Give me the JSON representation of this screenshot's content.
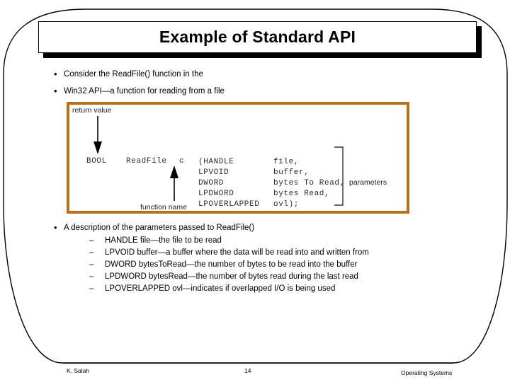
{
  "slide": {
    "title": "Example of Standard API",
    "bullet_char": "•",
    "dash_char": "–",
    "bullets": [
      {
        "text": "Consider the ReadFile() function in the"
      },
      {
        "text": "Win32 API—a function for reading from a file"
      },
      {
        "text": "A description of the parameters passed to ReadFile()"
      }
    ],
    "sub_bullets": [
      "HANDLE file—the file to be read",
      "LPVOID buffer—a buffer where the data will be read into and written from",
      "DWORD bytesToRead—the number of bytes to be read into the buffer",
      "LPDWORD bytesRead—the number of bytes read during the last read",
      "LPOVERLAPPED ovl—indicates if overlapped I/O is being used"
    ]
  },
  "figure": {
    "border_color": "#b5711a",
    "labels": {
      "return_value": "return value",
      "function_name": "function name",
      "parameters": "parameters"
    },
    "code": {
      "return_type": "BOOL",
      "function": "ReadFile",
      "open_char": "c",
      "param_types": "(HANDLE\nLPVOID\nDWORD\nLPDWORD\nLPOVERLAPPED",
      "param_names": "file,\nbuffer,\nbytes To Read,\nbytes Read,\novl);"
    }
  },
  "footer": {
    "author": "K. Salah",
    "page_number": "14",
    "course": "Operating Systems"
  }
}
